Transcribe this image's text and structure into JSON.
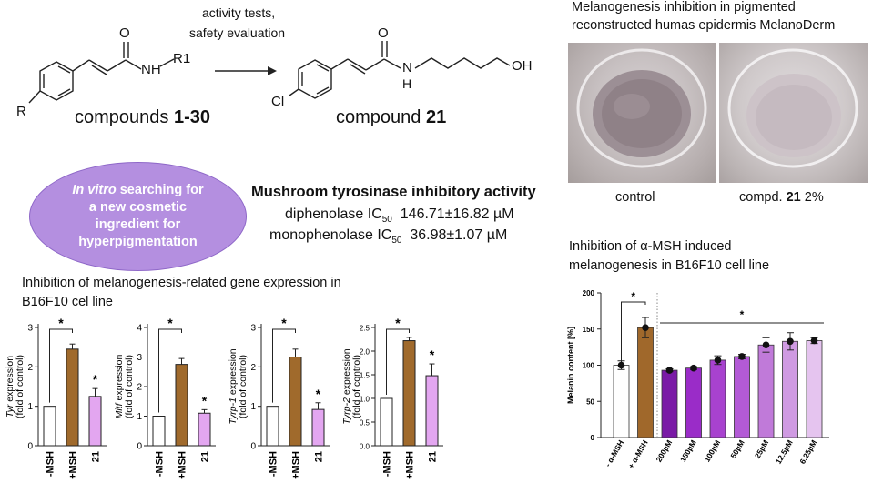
{
  "scheme": {
    "arrow_label_line1": "activity tests,",
    "arrow_label_line2": "safety evaluation",
    "left_caption_prefix": "compounds ",
    "left_caption_bold": "1-30",
    "right_caption_prefix": "compound ",
    "right_caption_bold": "21",
    "left_atoms": [
      "O",
      "NH",
      "R1",
      "R"
    ],
    "right_atoms": [
      "O",
      "N",
      "H",
      "OH",
      "Cl"
    ]
  },
  "ellipse": {
    "line1_italic": "In vitro",
    "line1_rest": " searching for",
    "line2": "a new cosmetic",
    "line3": "ingredient for",
    "line4": "hyperpigmentation",
    "color": "#b48fe0"
  },
  "tyrosinase": {
    "title": "Mushroom tyrosinase inhibitory activity",
    "diphenolase_label": "diphenolase IC",
    "diphenolase_sub": "50",
    "diphenolase_value": "146.71±16.82 µM",
    "monophenolase_label": "monophenolase IC",
    "monophenolase_sub": "50",
    "monophenolase_value": "36.98±1.07 µM"
  },
  "melanoderm": {
    "title_line1": "Melanogenesis inhibition in pigmented",
    "title_line2": "reconstructed humas epidermis MelanoDerm",
    "control_label": "control",
    "treated_prefix": "compd. ",
    "treated_bold": "21",
    "treated_suffix": " 2%"
  },
  "gene_section": {
    "title_line1": "Inhibition of melanogenesis-related gene expression in",
    "title_line2": "B16F10 cel line"
  },
  "melanin_section": {
    "title_line1": "Inhibition of α-MSH induced",
    "title_line2": "melanogenesis in B16F10 cell line"
  },
  "colors": {
    "control_bar": "#ffffff",
    "msh_bar": "#a06a2c",
    "compound_bar": "#e3a6f0",
    "bar_stroke": "#222222"
  },
  "chart_data": [
    {
      "type": "bar",
      "ylabel_italic": "Tyr",
      "ylabel_rest": " expression",
      "ylabel_line2": "(fold of control)",
      "categories": [
        "-MSH",
        "+MSH",
        "21"
      ],
      "values": [
        1.0,
        2.45,
        1.25
      ],
      "errors": [
        0,
        0.13,
        0.2
      ],
      "ylim": [
        0,
        3
      ],
      "yticks": [
        "0",
        "1",
        "2",
        "3"
      ],
      "significance_bracket": "*",
      "annotations": [
        "",
        "",
        "*"
      ]
    },
    {
      "type": "bar",
      "ylabel_italic": "Mitf",
      "ylabel_rest": " expression",
      "ylabel_line2": "(fold of control)",
      "categories": [
        "-MSH",
        "+MSH",
        "21"
      ],
      "values": [
        1.0,
        2.75,
        1.1
      ],
      "errors": [
        0,
        0.2,
        0.12
      ],
      "ylim": [
        0,
        4
      ],
      "yticks": [
        "0",
        "1",
        "2",
        "3",
        "4"
      ],
      "significance_bracket": "*",
      "annotations": [
        "",
        "",
        "*"
      ]
    },
    {
      "type": "bar",
      "ylabel_italic": "Tyrp-1",
      "ylabel_rest": " expression",
      "ylabel_line2": "(fold of control)",
      "categories": [
        "-MSH",
        "+MSH",
        "21"
      ],
      "values": [
        1.0,
        2.25,
        0.92
      ],
      "errors": [
        0,
        0.2,
        0.17
      ],
      "ylim": [
        0,
        3
      ],
      "yticks": [
        "0",
        "1",
        "2",
        "3"
      ],
      "significance_bracket": "*",
      "annotations": [
        "",
        "",
        "*"
      ]
    },
    {
      "type": "bar",
      "ylabel_italic": "Tyrp-2",
      "ylabel_rest": " expression",
      "ylabel_line2": "(fold of control)",
      "categories": [
        "-MSH",
        "+MSH",
        "21"
      ],
      "values": [
        1.0,
        2.22,
        1.48
      ],
      "errors": [
        0,
        0.07,
        0.25
      ],
      "ylim": [
        0,
        2.5
      ],
      "yticks": [
        "0.0",
        "0.5",
        "1.0",
        "1.5",
        "2.0",
        "2.5"
      ],
      "significance_bracket": "*",
      "annotations": [
        "",
        "",
        "*"
      ]
    },
    {
      "type": "bar",
      "ylabel": "Melanin content [%]",
      "categories": [
        "- α-MSH",
        "+ α-MSH",
        "200µM",
        "150µM",
        "100µM",
        "50µM",
        "25µM",
        "12.5µM",
        "6.25µM"
      ],
      "values": [
        100,
        152,
        93,
        96,
        107,
        112,
        128,
        133,
        134
      ],
      "errors": [
        6,
        14,
        2,
        2,
        6,
        3,
        10,
        12,
        4
      ],
      "ylim": [
        0,
        200
      ],
      "yticks": [
        "0",
        "50",
        "100",
        "150",
        "200"
      ],
      "colors": [
        "#ffffff",
        "#a0682b",
        "#7a1aa6",
        "#9a2cc8",
        "#a842cf",
        "#b35ad6",
        "#c07ad9",
        "#cf9ae2",
        "#e5c4ef"
      ],
      "significance_bracket": "*",
      "group_annotation": "*"
    }
  ]
}
